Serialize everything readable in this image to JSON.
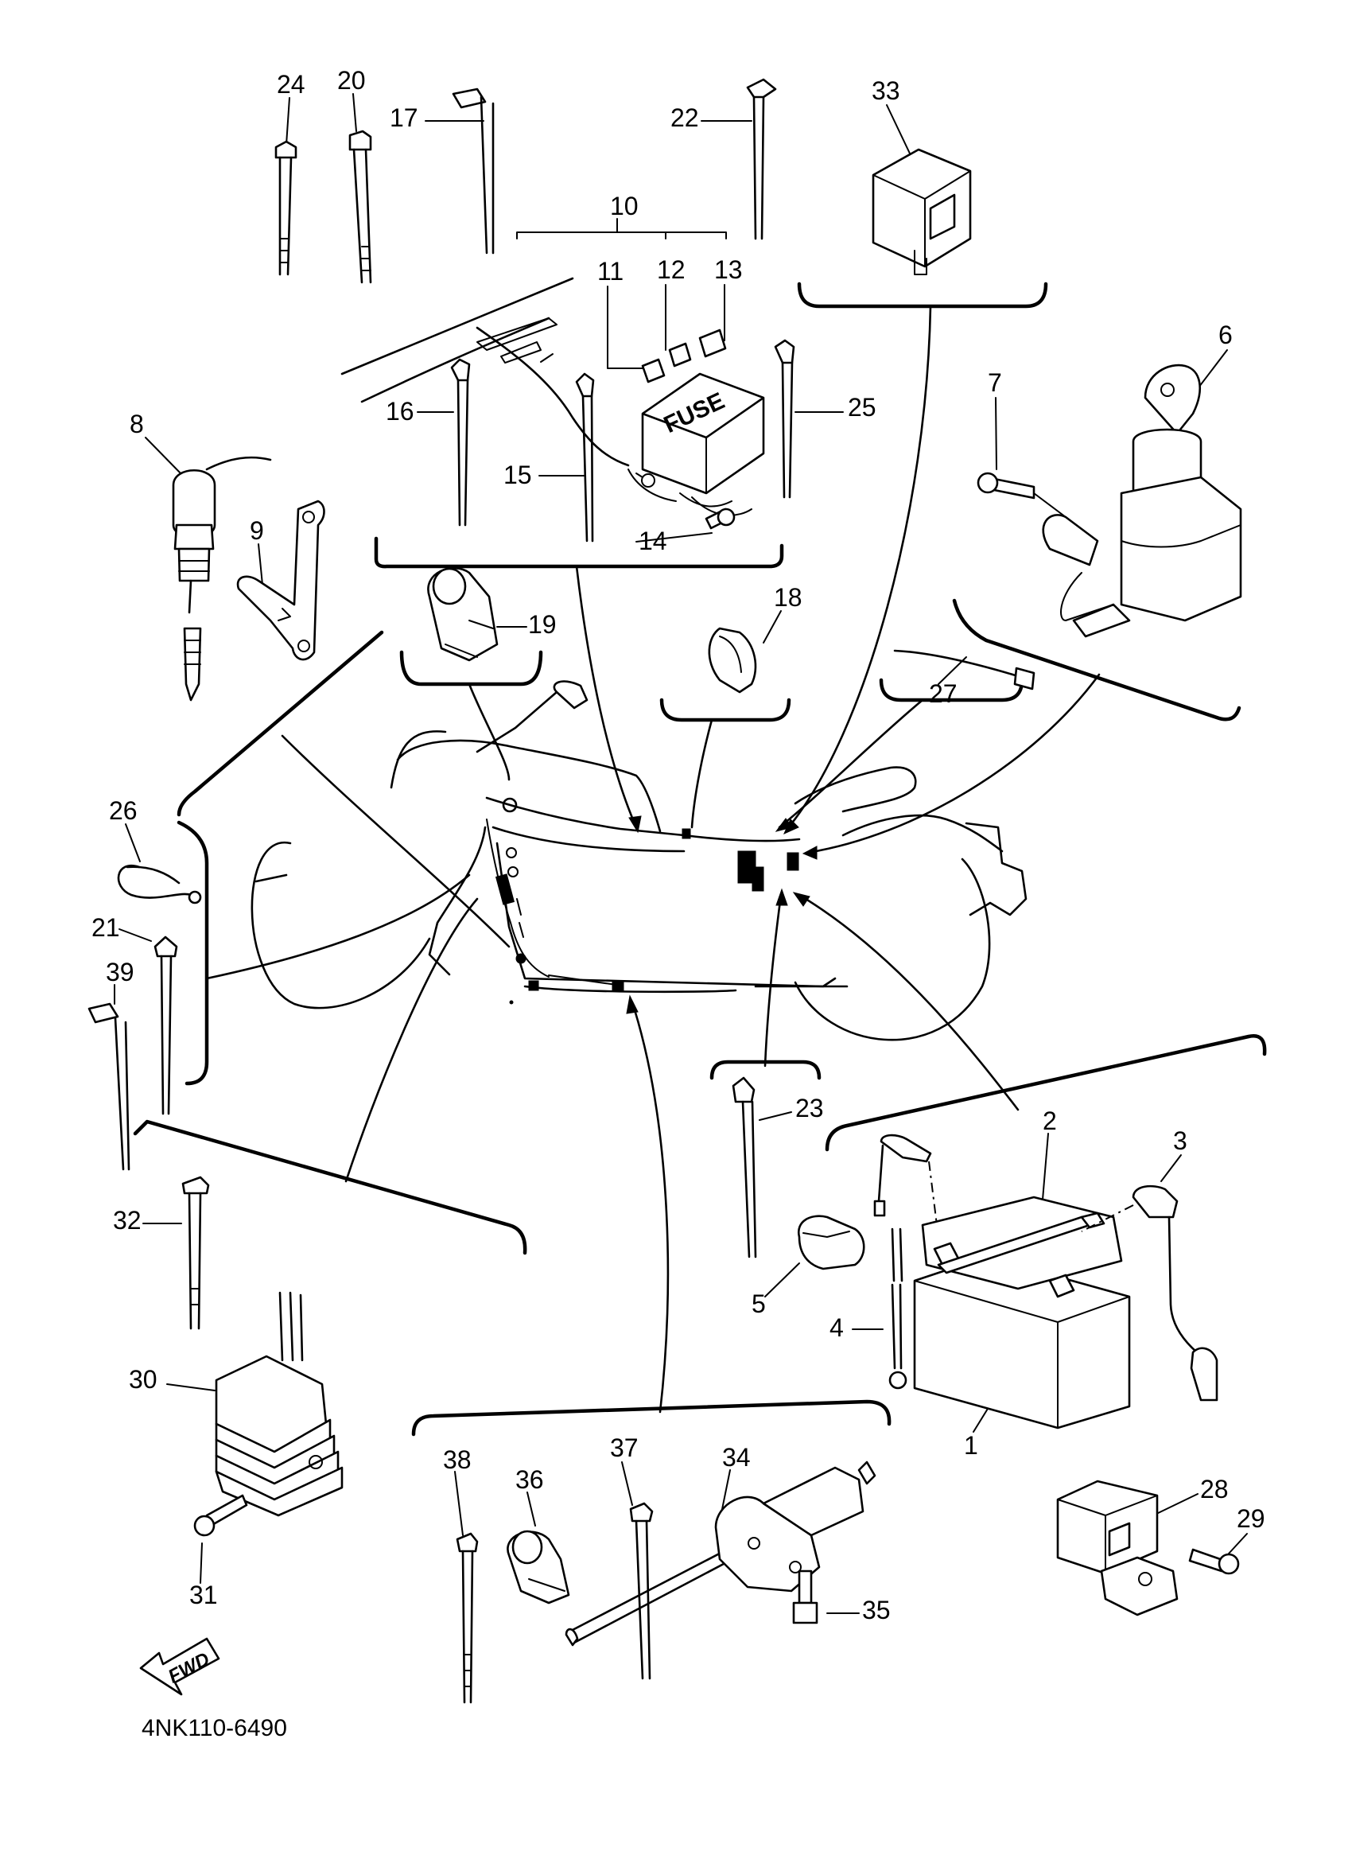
{
  "diagram": {
    "code": "4NK110-6490",
    "fwd_label": "FWD",
    "fuse_label": "FUSE",
    "battery_plus": "+"
  },
  "callouts": [
    {
      "id": "c1",
      "label": "1"
    },
    {
      "id": "c2",
      "label": "2"
    },
    {
      "id": "c3",
      "label": "3"
    },
    {
      "id": "c4",
      "label": "4"
    },
    {
      "id": "c5",
      "label": "5"
    },
    {
      "id": "c6",
      "label": "6"
    },
    {
      "id": "c7",
      "label": "7"
    },
    {
      "id": "c8",
      "label": "8"
    },
    {
      "id": "c9",
      "label": "9"
    },
    {
      "id": "c10",
      "label": "10"
    },
    {
      "id": "c11",
      "label": "11"
    },
    {
      "id": "c12",
      "label": "12"
    },
    {
      "id": "c13",
      "label": "13"
    },
    {
      "id": "c14",
      "label": "14"
    },
    {
      "id": "c15",
      "label": "15"
    },
    {
      "id": "c16",
      "label": "16"
    },
    {
      "id": "c17",
      "label": "17"
    },
    {
      "id": "c18",
      "label": "18"
    },
    {
      "id": "c19",
      "label": "19"
    },
    {
      "id": "c20",
      "label": "20"
    },
    {
      "id": "c21",
      "label": "21"
    },
    {
      "id": "c22",
      "label": "22"
    },
    {
      "id": "c23",
      "label": "23"
    },
    {
      "id": "c24",
      "label": "24"
    },
    {
      "id": "c25",
      "label": "25"
    },
    {
      "id": "c26",
      "label": "26"
    },
    {
      "id": "c27",
      "label": "27"
    },
    {
      "id": "c28",
      "label": "28"
    },
    {
      "id": "c29",
      "label": "29"
    },
    {
      "id": "c30",
      "label": "30"
    },
    {
      "id": "c31",
      "label": "31"
    },
    {
      "id": "c32",
      "label": "32"
    },
    {
      "id": "c33",
      "label": "33"
    },
    {
      "id": "c34",
      "label": "34"
    },
    {
      "id": "c35",
      "label": "35"
    },
    {
      "id": "c36",
      "label": "36"
    },
    {
      "id": "c37",
      "label": "37"
    },
    {
      "id": "c38",
      "label": "38"
    },
    {
      "id": "c39",
      "label": "39"
    }
  ]
}
